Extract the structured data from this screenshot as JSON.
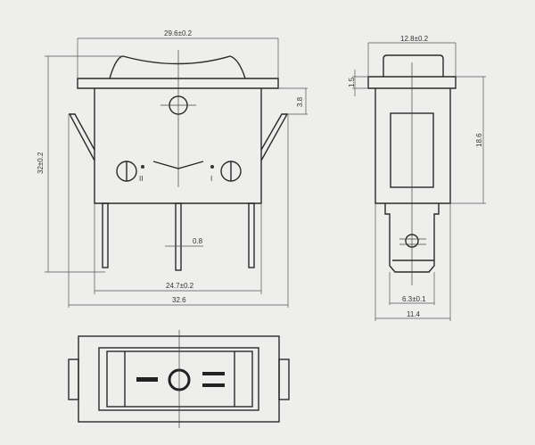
{
  "dimensions": {
    "front_width": "29.6±0.2",
    "front_height": "32±0.2",
    "clip_offset": "3.8",
    "pin_width": "0.8",
    "pin_span": "24.7±0.2",
    "overall_width": "32.6",
    "side_width": "12.8±0.2",
    "flange_thickness": "1.5",
    "body_height": "18.6",
    "terminal_width": "6.3±0.1",
    "side_body_width": "11.4"
  },
  "markings": {
    "position_left": "II",
    "position_right": "I"
  },
  "colors": {
    "background": "#eeeeec",
    "line": "#2a2a2a"
  }
}
